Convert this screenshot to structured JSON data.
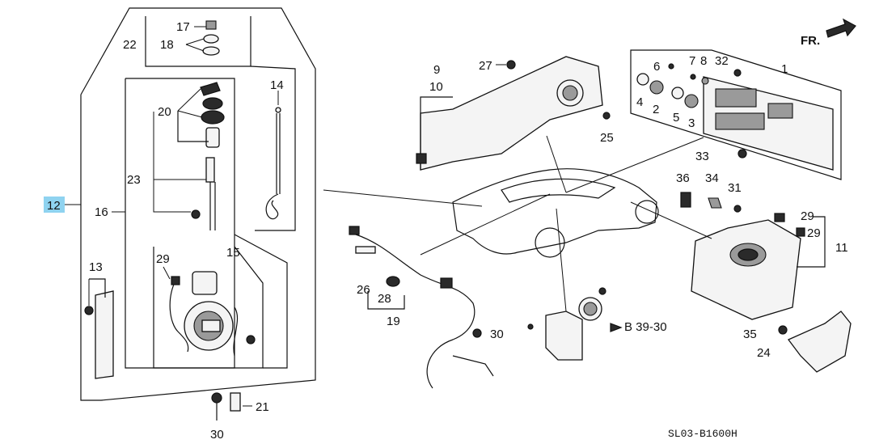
{
  "diagram": {
    "direction_label": "FR.",
    "drawing_code": "SL03-B1600H",
    "ref_label": "B 39-30",
    "highlighted_callout": "12",
    "highlight_color": "#8fd3f0",
    "callouts": {
      "c1": "1",
      "c2": "2",
      "c3": "3",
      "c4": "4",
      "c5": "5",
      "c6": "6",
      "c7": "7",
      "c8": "8",
      "c9": "9",
      "c10": "10",
      "c11": "11",
      "c12": "12",
      "c13": "13",
      "c14": "14",
      "c15": "15",
      "c16": "16",
      "c17": "17",
      "c18": "18",
      "c19": "19",
      "c20": "20",
      "c21": "21",
      "c22": "22",
      "c23": "23",
      "c24": "24",
      "c25": "25",
      "c26": "26",
      "c27": "27",
      "c28": "28",
      "c29a": "29",
      "c29b": "29",
      "c29c": "29",
      "c30a": "30",
      "c30b": "30",
      "c31": "31",
      "c32": "32",
      "c33": "33",
      "c34": "34",
      "c35": "35",
      "c36": "36"
    }
  }
}
